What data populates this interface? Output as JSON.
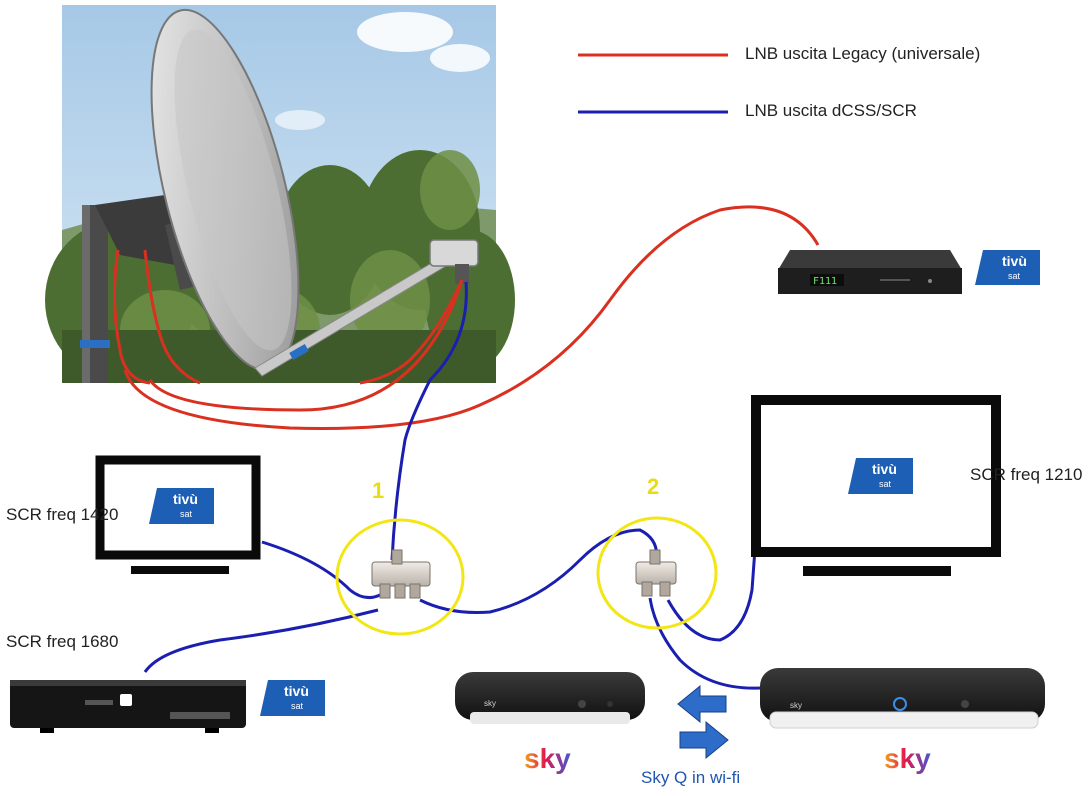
{
  "legend": {
    "legacy": {
      "label": "LNB uscita Legacy (universale)",
      "color": "#d9301f"
    },
    "dcss": {
      "label": "LNB uscita dCSS/SCR",
      "color": "#1a1fb0"
    }
  },
  "labels": {
    "tv_left": "SCR freq 1420",
    "tv_right": "SCR freq 1210",
    "decoder_left": "SCR freq 1680",
    "skyq_wifi": "Sky Q in wi-fi"
  },
  "splitters": [
    {
      "number": "1"
    },
    {
      "number": "2"
    }
  ],
  "brands": {
    "tivu_top": "tivù",
    "tivu_bottom": "sat",
    "sky": "sky",
    "sky_box_small": "sky"
  },
  "colors": {
    "highlight": "#f2e614",
    "legacy_cable": "#d9301f",
    "dcss_cable": "#1a1fb0",
    "tivu_blue": "#1d5fb4",
    "arrow_blue": "#2d6dc9"
  }
}
